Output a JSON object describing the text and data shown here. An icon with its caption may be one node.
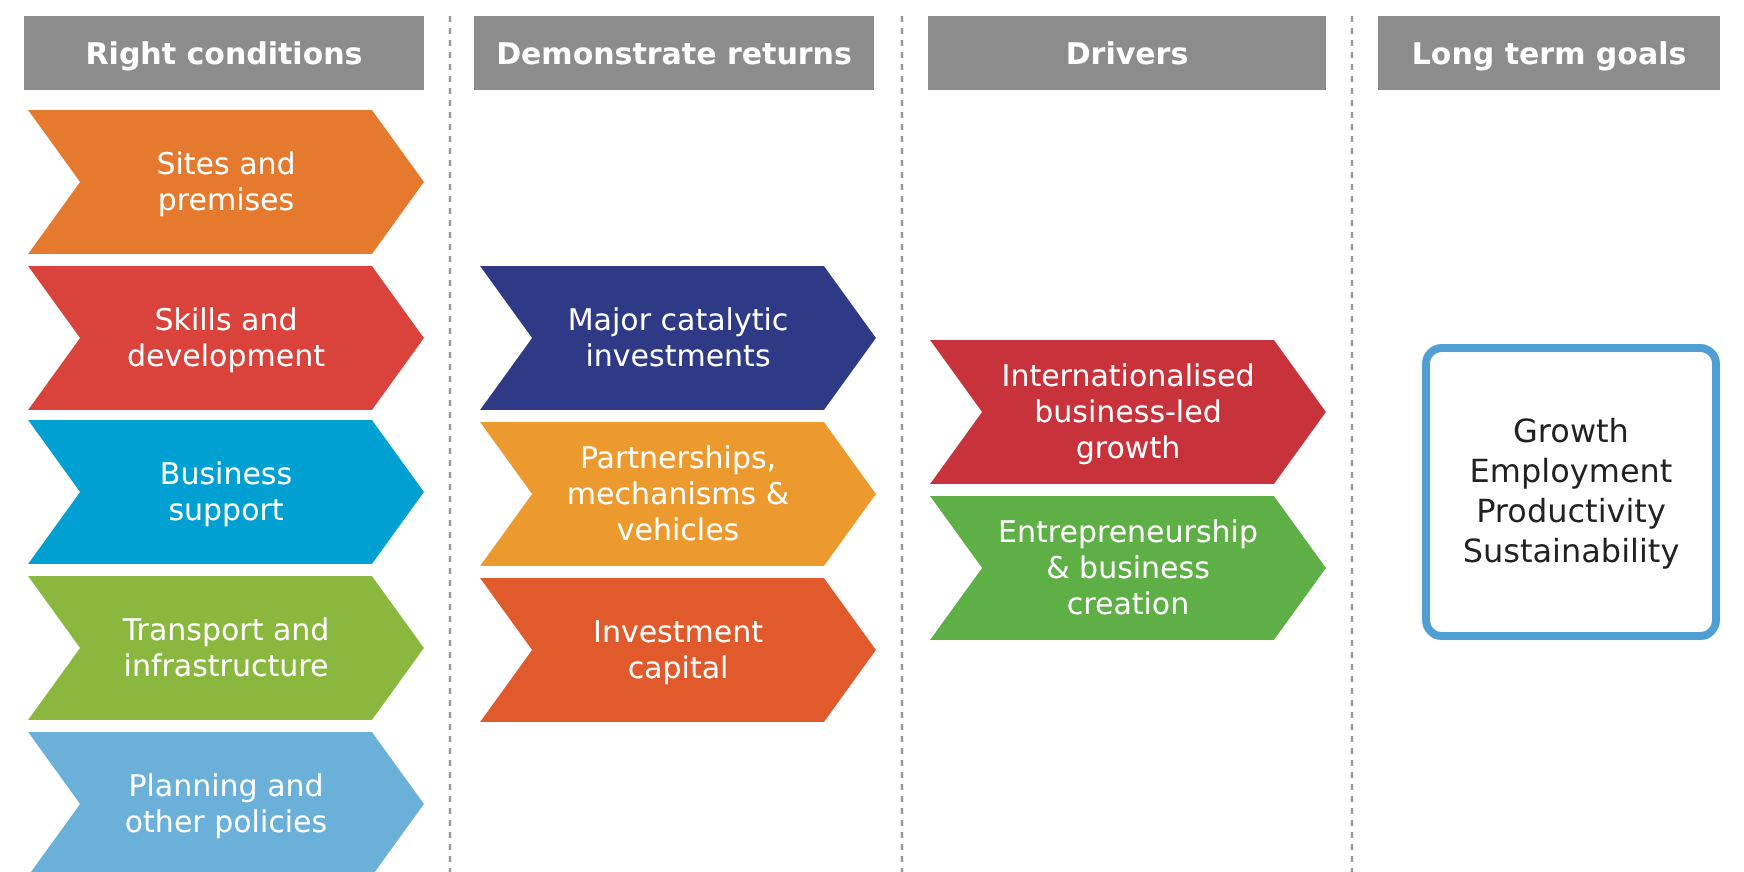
{
  "diagram": {
    "nodes": [
      {
        "text": [
          "Right conditions"
        ]
      },
      {
        "text": [
          "Sites and premises"
        ]
      },
      {
        "text": [
          "Skills and development"
        ]
      },
      {
        "text": [
          "Business support"
        ]
      },
      {
        "text": [
          "Transport and infrastructure"
        ]
      },
      {
        "text": [
          "Planning and other policies"
        ]
      },
      {
        "text": [
          "Demonstrate returns"
        ]
      },
      {
        "text": [
          "Major catalytic investments"
        ]
      },
      {
        "text": [
          "Partnerships, mechanisms & vehicles"
        ]
      },
      {
        "text": [
          "Investment capital"
        ]
      },
      {
        "text": [
          "Drivers"
        ]
      },
      {
        "text": [
          "Internationalised business-led growth"
        ]
      },
      {
        "text": [
          "Entrepreneurship & business creation"
        ]
      },
      {
        "text": [
          "Long term goals"
        ]
      },
      {
        "text": [
          "Growth",
          "Employment",
          "Productivity",
          "Sustainability"
        ]
      }
    ],
    "edges": []
  }
}
